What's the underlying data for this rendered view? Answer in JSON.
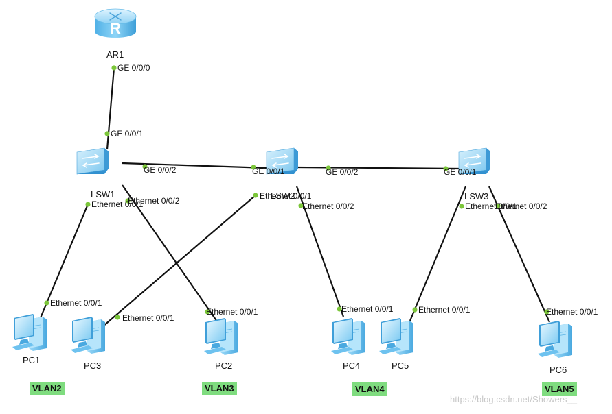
{
  "devices": {
    "ar1": "AR1",
    "lsw1": "LSW1",
    "lsw2": "LSW2",
    "lsw3": "LSW3",
    "pc1": "PC1",
    "pc2": "PC2",
    "pc3": "PC3",
    "pc4": "PC4",
    "pc5": "PC5",
    "pc6": "PC6"
  },
  "ports": {
    "ar1_ge000": "GE 0/0/0",
    "lsw1_ge001": "GE 0/0/1",
    "lsw1_ge002": "GE 0/0/2",
    "lsw1_eth001": "Ethernet 0/0/1",
    "lsw1_eth002": "Ethernet 0/0/2",
    "lsw2_ge001": "GE 0/0/1",
    "lsw2_ge002": "GE 0/0/2",
    "lsw2_eth001": "Ethernet 0/0/1",
    "lsw2_eth002": "Ethernet 0/0/2",
    "lsw3_ge001": "GE 0/0/1",
    "lsw3_eth001": "Ethernet 0/0/1",
    "lsw3_eth002": "Ethernet 0/0/2",
    "pc1_eth": "Ethernet 0/0/1",
    "pc2_eth": "Ethernet 0/0/1",
    "pc3_eth": "Ethernet 0/0/1",
    "pc4_eth": "Ethernet 0/0/1",
    "pc5_eth": "Ethernet 0/0/1",
    "pc6_eth": "Ethernet 0/0/1"
  },
  "vlans": {
    "vlan2": "VLAN2",
    "vlan3": "VLAN3",
    "vlan4": "VLAN4",
    "vlan5": "VLAN5"
  },
  "watermark": "https://blog.csdn.net/Showers__",
  "colors": {
    "link": "#111111",
    "port_dot": "#7cc63a",
    "device_light": "#b9e6fb",
    "device_mid": "#6fc3ee",
    "device_dark": "#3a9fd8",
    "vlan_badge": "#7fdc7f"
  },
  "icons": {
    "router": "router-icon",
    "switch": "switch-icon",
    "pc": "pc-icon"
  }
}
